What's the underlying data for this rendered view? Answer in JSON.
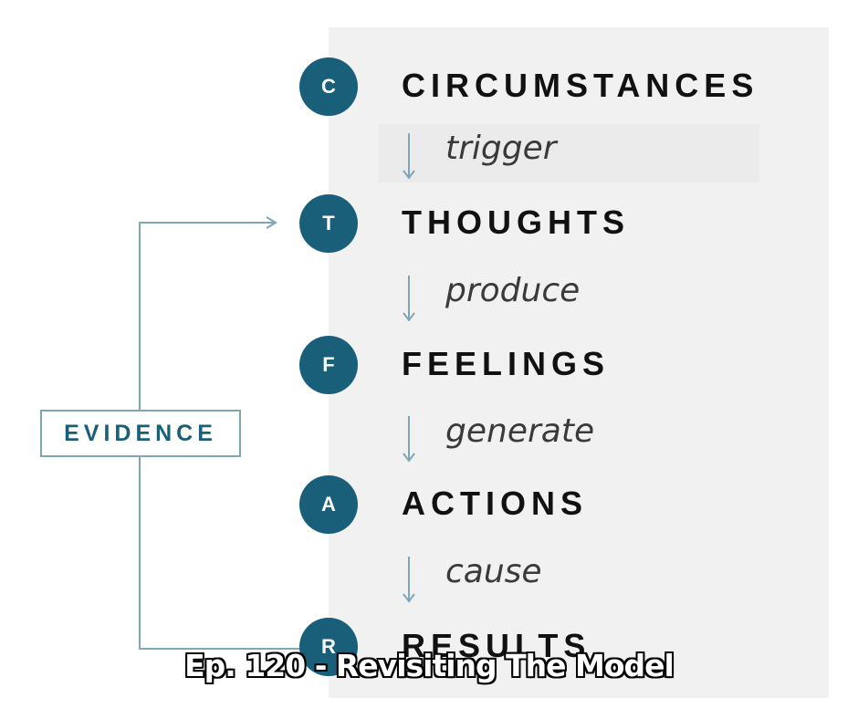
{
  "colors": {
    "accent": "#1a5f7a",
    "panel": "#f1f1f1",
    "line": "#7fa6b8",
    "text": "#111111"
  },
  "steps": [
    {
      "letter": "C",
      "label": "CIRCUMSTANCES"
    },
    {
      "letter": "T",
      "label": "THOUGHTS"
    },
    {
      "letter": "F",
      "label": "FEELINGS"
    },
    {
      "letter": "A",
      "label": "ACTIONS"
    },
    {
      "letter": "R",
      "label": "RESULTS"
    }
  ],
  "connectors": [
    {
      "word": "trigger"
    },
    {
      "word": "produce"
    },
    {
      "word": "generate"
    },
    {
      "word": "cause"
    }
  ],
  "evidence": {
    "label": "EVIDENCE"
  },
  "caption": "Ep. 120 - Revisiting The Model"
}
